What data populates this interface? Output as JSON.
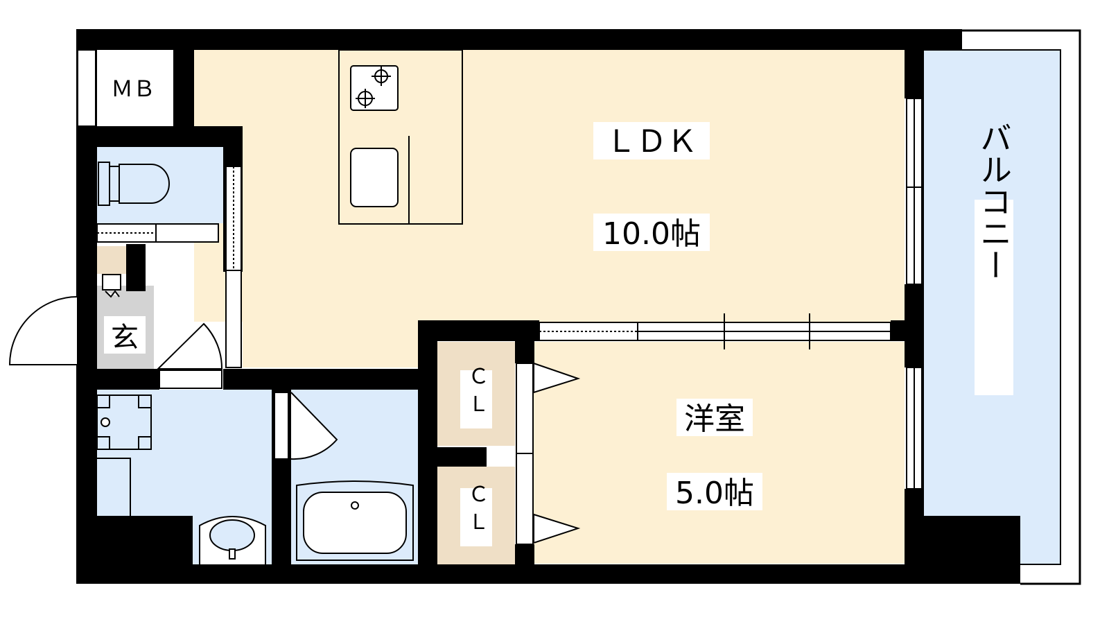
{
  "floorplan": {
    "rooms": {
      "mb": {
        "label": "ＭＢ"
      },
      "ldk": {
        "label": "ＬＤＫ",
        "size": "10.0帖"
      },
      "western": {
        "label": "洋室",
        "size": "5.0帖"
      },
      "entrance": {
        "label": "玄"
      },
      "closet_upper": {
        "label": "Ｃ Ｌ"
      },
      "closet_lower": {
        "label": "Ｃ Ｌ"
      },
      "balcony": {
        "label": "バルコニー"
      }
    },
    "colors": {
      "wall": "#000000",
      "ldk_floor": "#FDF0D3",
      "wet_area": "#DCEBFB",
      "closet": "#EFDFC6",
      "entrance": "#D3D3D3",
      "balcony": "#DCEBFB"
    }
  }
}
